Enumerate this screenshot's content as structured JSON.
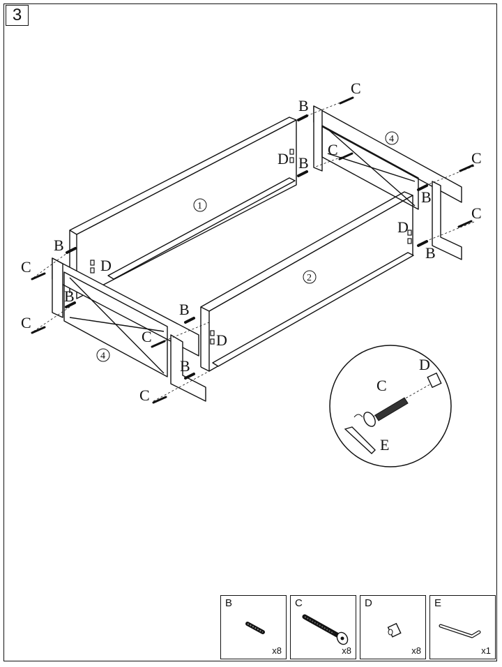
{
  "step_number": "3",
  "labels": {
    "B": "B",
    "C": "C",
    "D": "D",
    "E": "E"
  },
  "panels": {
    "p1": "1",
    "p2": "2",
    "p4": "4"
  },
  "parts": [
    {
      "letter": "B",
      "qty": "x8",
      "icon": "dowel-icon"
    },
    {
      "letter": "C",
      "qty": "x8",
      "icon": "bolt-icon"
    },
    {
      "letter": "D",
      "qty": "x8",
      "icon": "barrel-nut-icon"
    },
    {
      "letter": "E",
      "qty": "x1",
      "icon": "allen-key-icon"
    }
  ]
}
